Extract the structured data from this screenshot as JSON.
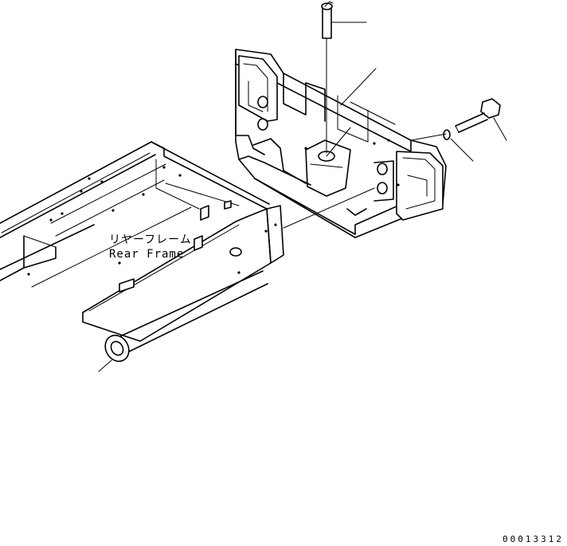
{
  "labels": {
    "rear_frame_jp": "リヤーフレーム",
    "rear_frame_en": "Rear Frame"
  },
  "drawing_number": "00013312"
}
